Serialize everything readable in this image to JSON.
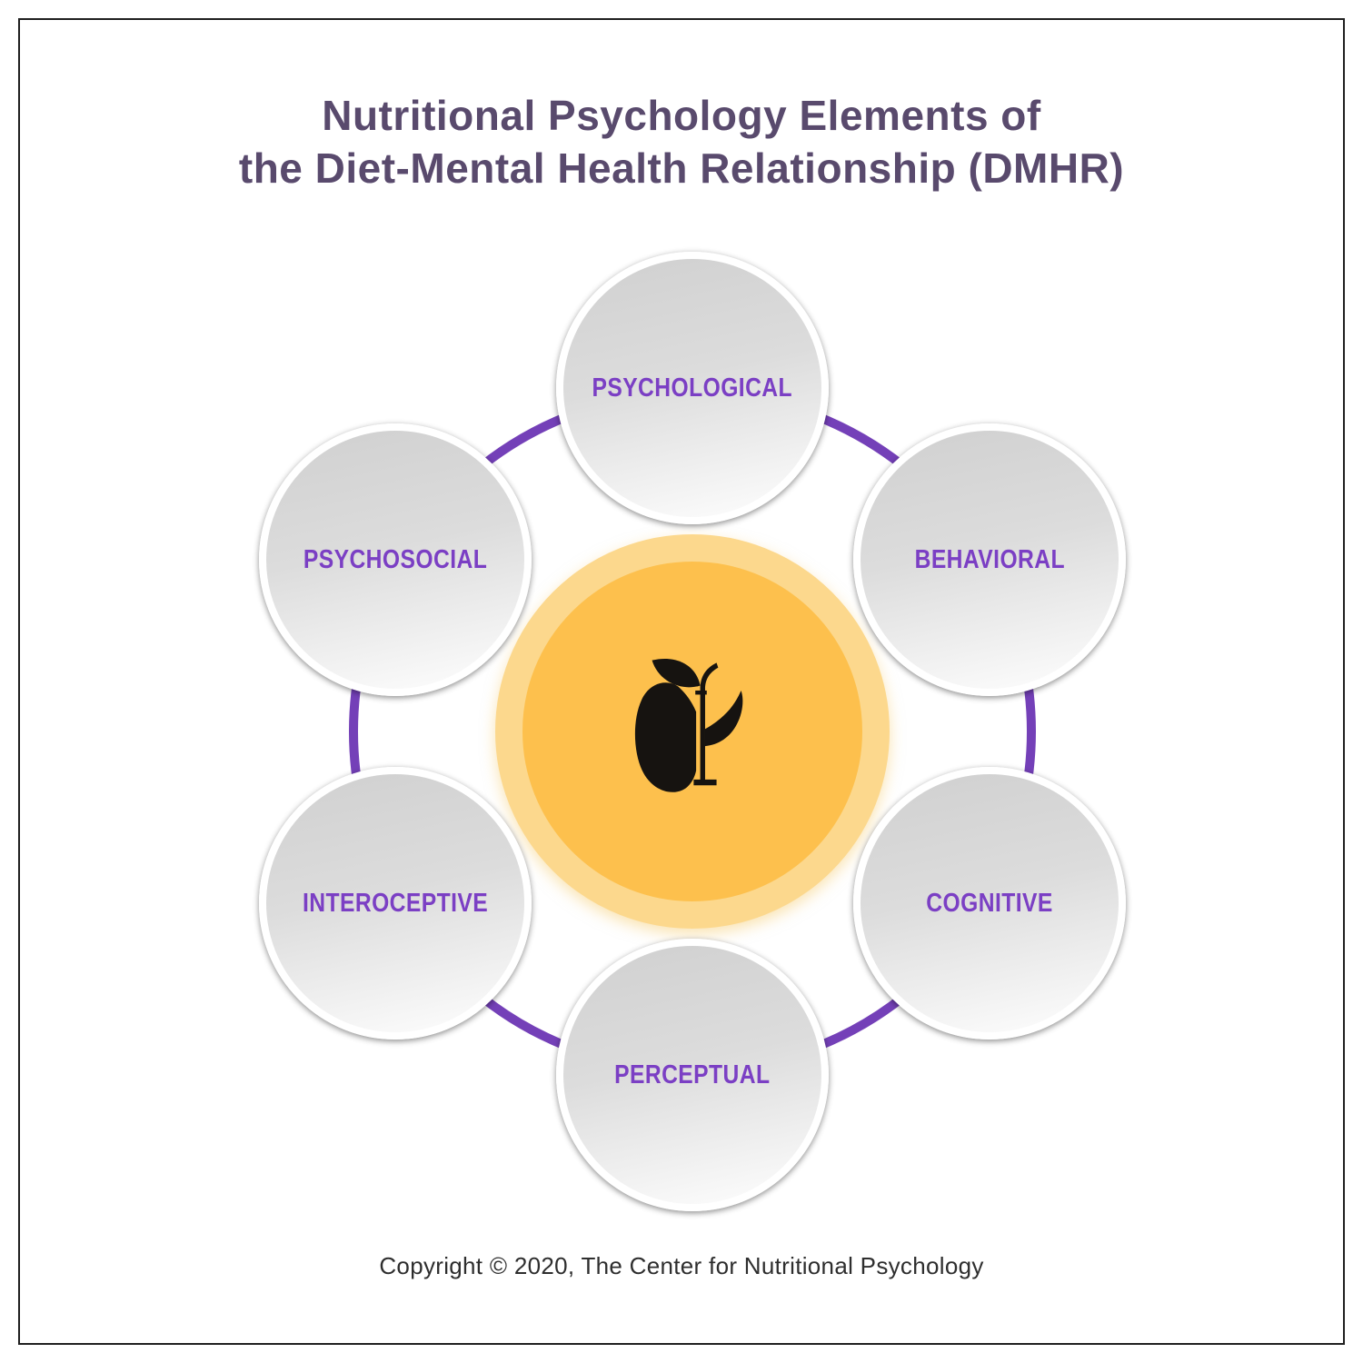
{
  "title": {
    "line1": "Nutritional Psychology Elements of",
    "line2": "the Diet-Mental Health Relationship (DMHR)"
  },
  "nodes": [
    {
      "id": "psychological",
      "label": "PSYCHOLOGICAL"
    },
    {
      "id": "behavioral",
      "label": "BEHAVIORAL"
    },
    {
      "id": "cognitive",
      "label": "COGNITIVE"
    },
    {
      "id": "perceptual",
      "label": "PERCEPTUAL"
    },
    {
      "id": "interoceptive",
      "label": "INTEROCEPTIVE"
    },
    {
      "id": "psychosocial",
      "label": "PSYCHOSOCIAL"
    }
  ],
  "center": {
    "icon": "apple-psi-logo"
  },
  "footer": {
    "copyright": "Copyright © 2020, The Center for Nutritional Psychology"
  },
  "colors": {
    "background": "#ffffff",
    "frame_border": "#1f1f1f",
    "title_text": "#594a6d",
    "node_label": "#7b3fc4",
    "connector_ring": "#7440b8",
    "center_fill": "#fdc04d",
    "center_ring": "#fcd88d",
    "logo": "#161310",
    "copyright_text": "#2e2e2e"
  }
}
